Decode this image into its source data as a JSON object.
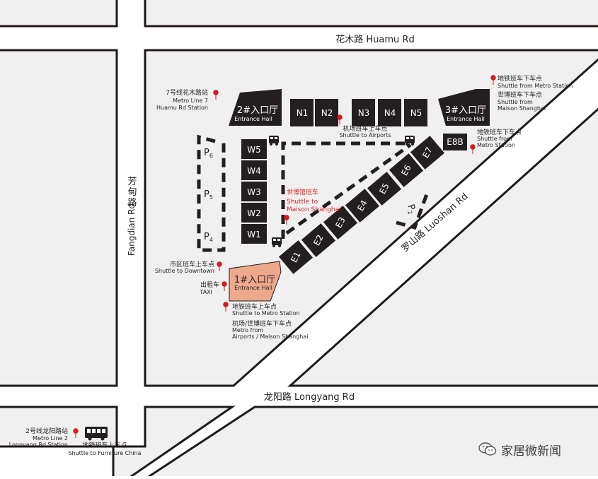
{
  "colors": {
    "block": "#f0f0f0",
    "road": "#ffffff",
    "outline": "#1f1a17",
    "hall": "#231f20",
    "entrance1": "#eea98d",
    "pin": "#d7191f",
    "shuttle_red_text": "#e3262b"
  },
  "roads": {
    "huamu": "花木路 Huamu Rd",
    "longyang": "龙阳路 Longyang Rd",
    "fangdian_cn": "芳甸路",
    "fangdian_en": "Fangdian Rd",
    "luoshan": "罗山路 Luoshan Rd"
  },
  "entrances": {
    "e1": {
      "cn": "1#入口厅",
      "en": "Entrance Hall"
    },
    "e2": {
      "cn": "2#入口厅",
      "en": "Entrance Hall"
    },
    "e3": {
      "cn": "3#入口厅",
      "en": "Entrance Hall"
    }
  },
  "halls": {
    "north": [
      "N1",
      "N2",
      "N3",
      "N4",
      "N5"
    ],
    "west": [
      "W5",
      "W4",
      "W3",
      "W2",
      "W1"
    ],
    "east": [
      "E1",
      "E2",
      "E3",
      "E4",
      "E5",
      "E6",
      "E7"
    ],
    "e8b": "E8B"
  },
  "parking": {
    "p6": "6",
    "p5": "5",
    "p4": "4",
    "p2": "2",
    "prefix": "P"
  },
  "labels": {
    "metro7": {
      "l1": "7号线花木路站",
      "l2": "Metro Line 7",
      "l3": "Huamu Rd Station"
    },
    "airport_shuttle": {
      "l1": "机场班车上车点",
      "l2": "Shuttle to Airports"
    },
    "metro_drop_top": {
      "l1": "地铁班车下车点",
      "l2": "Shuttle from Metro Station"
    },
    "maison_from": {
      "l1": "世博班车下车点",
      "l2": "Shuttle from",
      "l3": "Maison Shanghai"
    },
    "metro_drop_e8b": {
      "l1": "地铁班车下车点",
      "l2": "Shuttle from",
      "l3": "Metro Station"
    },
    "maison_to": {
      "l1": "世博馆班车",
      "l2": "Shuttle to",
      "l3": "Maison Shanghai"
    },
    "downtown": {
      "l1": "市区班车上车点",
      "l2": "Shuttle to Downtown"
    },
    "taxi": {
      "l1": "出租车",
      "l2": "TAXI"
    },
    "metro_board": {
      "l1": "地铁班车上车点",
      "l2": "Shuttle to Metro Station"
    },
    "airport_maison_drop": {
      "l1": "机场/世博班车下车点",
      "l2": "Metro from",
      "l3": "Airports / Maison Shanghai"
    },
    "metro2": {
      "l1": "2号线龙阳路站",
      "l2": "Metro Line 2",
      "l3": "Longyang Rd Station"
    },
    "furniture": {
      "l1": "地铁班车上车点",
      "l2": "Shuttle to Furniture China"
    }
  },
  "watermark": "家居微新闻",
  "icons": [
    "location-pin-icon",
    "bus-icon",
    "wechat-icon"
  ]
}
